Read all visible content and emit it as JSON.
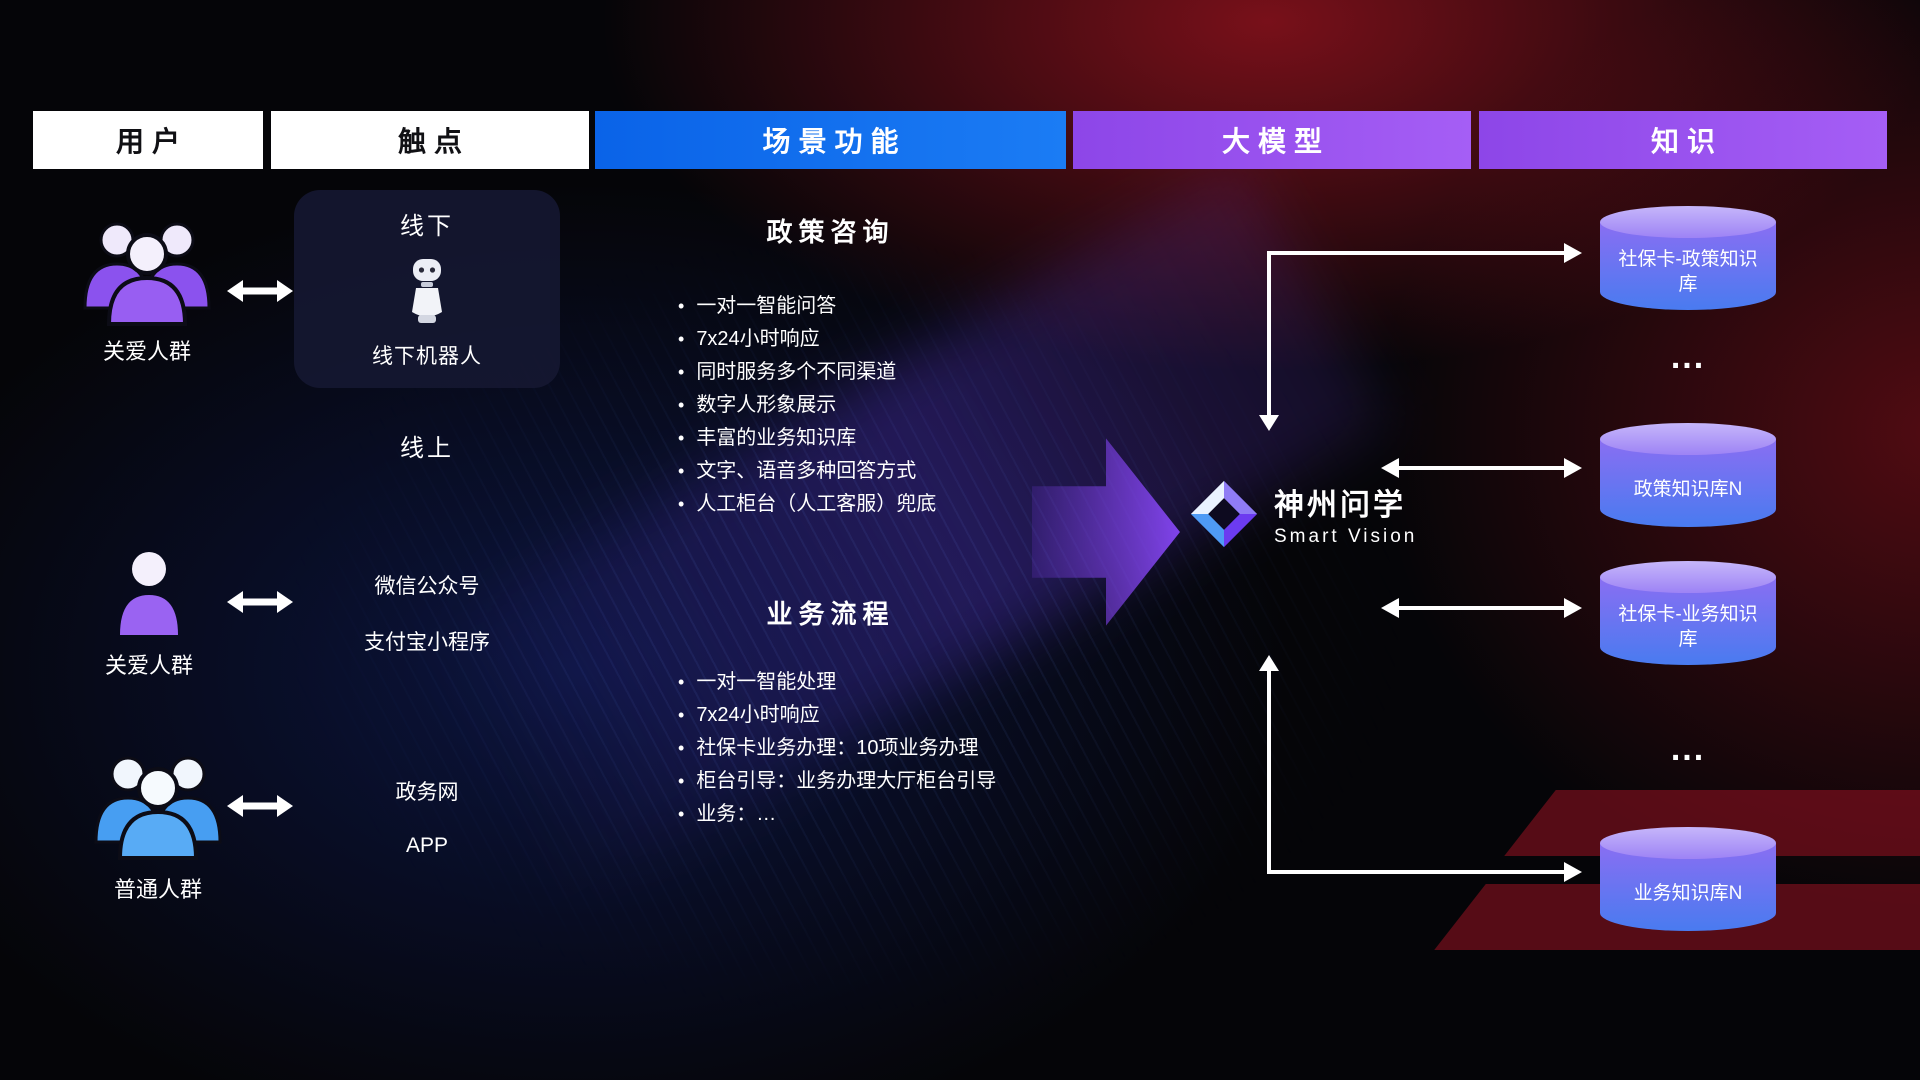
{
  "headers": {
    "users": "用户",
    "touchpoints": "触点",
    "functions": "场景功能",
    "model": "大模型",
    "knowledge": "知识"
  },
  "users": {
    "group1_label": "关爱人群",
    "single_label": "关爱人群",
    "group2_label": "普通人群"
  },
  "touchpoints": {
    "offline_title": "线下",
    "offline_robot": "线下机器人",
    "online_title": "线上",
    "channel_wechat": "微信公众号",
    "channel_alipay": "支付宝小程序",
    "channel_gov": "政务网",
    "channel_app": "APP"
  },
  "functions": {
    "section1": {
      "title": "政策咨询",
      "items": [
        "一对一智能问答",
        "7x24小时响应",
        "同时服务多个不同渠道",
        "数字人形象展示",
        "丰富的业务知识库",
        "文字、语音多种回答方式",
        "人工柜台（人工客服）兜底"
      ]
    },
    "section2": {
      "title": "业务流程",
      "items": [
        "一对一智能处理",
        "7x24小时响应",
        "社保卡业务办理：10项业务办理",
        "柜台引导：业务办理大厅柜台引导",
        "业务：…"
      ]
    }
  },
  "model": {
    "name": "神州问学",
    "subtitle": "Smart Vision"
  },
  "knowledge": {
    "db1": "社保卡-政策知识库",
    "ellipsis1": "...",
    "db2": "政策知识库N",
    "db3": "社保卡-业务知识库",
    "ellipsis2": "...",
    "db4": "业务知识库N"
  },
  "colors": {
    "accent_blue": "#0d6cf2",
    "accent_purple": "#9b55f0",
    "cylinder_top": "#b3a0f7",
    "cylinder_body_top": "#8a6ef2",
    "cylinder_body_bottom": "#497bf0",
    "flow_arrow_purple": "#7c3aed",
    "background_red": "#c3192b",
    "line_white": "#ffffff"
  }
}
